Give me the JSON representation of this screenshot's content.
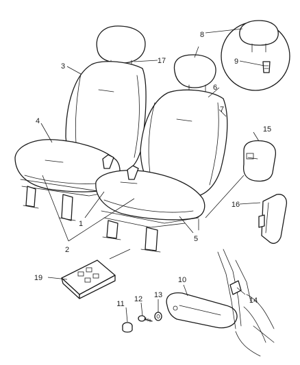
{
  "callouts": [
    {
      "id": "c1",
      "text": "1"
    },
    {
      "id": "c2",
      "text": "2"
    },
    {
      "id": "c3",
      "text": "3"
    },
    {
      "id": "c4",
      "text": "4"
    },
    {
      "id": "c5",
      "text": "5"
    },
    {
      "id": "c6",
      "text": "6"
    },
    {
      "id": "c7",
      "text": "7"
    },
    {
      "id": "c8",
      "text": "8"
    },
    {
      "id": "c9",
      "text": "9"
    },
    {
      "id": "c10",
      "text": "10"
    },
    {
      "id": "c11",
      "text": "11"
    },
    {
      "id": "c12",
      "text": "12"
    },
    {
      "id": "c13",
      "text": "13"
    },
    {
      "id": "c14",
      "text": "14"
    },
    {
      "id": "c15",
      "text": "15"
    },
    {
      "id": "c16",
      "text": "16"
    },
    {
      "id": "c17",
      "text": "17"
    },
    {
      "id": "c19",
      "text": "19"
    }
  ]
}
